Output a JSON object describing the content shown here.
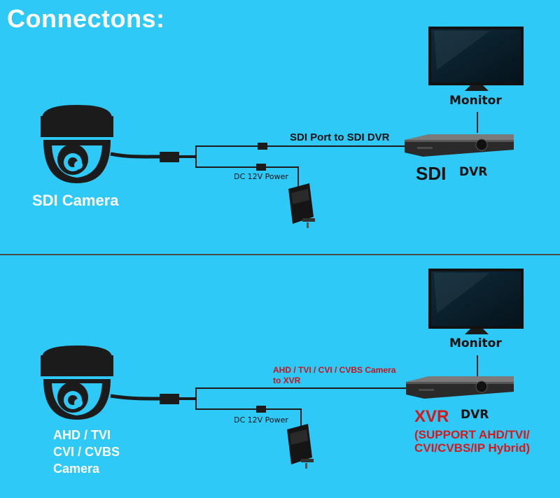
{
  "title": "Connectons:",
  "colors": {
    "background": "#2ec9f7",
    "accent_red": "#d8171b",
    "device_dark": "#1b1b1b"
  },
  "top_section": {
    "camera_label": "SDI Camera",
    "cable_label": "SDI Port to SDI DVR",
    "power_label": "DC 12V Power",
    "monitor_label": "Monitor",
    "recorder_type": "SDI",
    "recorder_label": "DVR",
    "icons": [
      "dome-camera-icon",
      "monitor-icon",
      "dvr-icon",
      "power-adapter-icon"
    ]
  },
  "bottom_section": {
    "camera_label_lines": [
      "AHD / TVI",
      "CVI / CVBS",
      "Camera"
    ],
    "cable_label_lines": [
      "AHD / TVI / CVI / CVBS Camera",
      "to XVR"
    ],
    "power_label": "DC 12V Power",
    "monitor_label": "Monitor",
    "recorder_type": "XVR",
    "recorder_label": "DVR",
    "support_lines": [
      "(SUPPORT AHD/TVI/",
      "CVI/CVBS/IP Hybrid)"
    ],
    "icons": [
      "dome-camera-icon",
      "monitor-icon",
      "xvr-icon",
      "power-adapter-icon"
    ]
  }
}
